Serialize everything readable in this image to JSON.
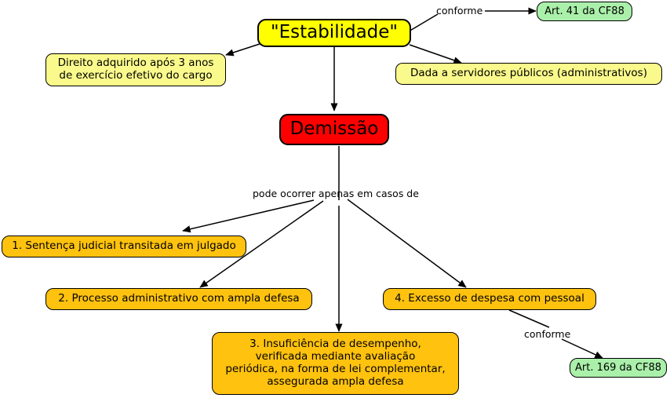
{
  "diagram": {
    "title": "\"Estabilidade\"",
    "background": "#ffffff",
    "colors": {
      "root_fill": "#ffff00",
      "pale_fill": "#fafa8c",
      "red_fill": "#ff0000",
      "amber_fill": "#ffc20e",
      "green_fill": "#aaf0aa",
      "stroke": "#000000",
      "text": "#000000"
    },
    "nodes": {
      "root": "\"Estabilidade\"",
      "art41": "Art. 41 da CF88",
      "direito": "Direito adquirido após 3 anos\nde exercício efetivo do cargo",
      "servidores": "Dada a servidores públicos (administrativos)",
      "demissao": "Demissão",
      "caso1": "1. Sentença judicial transitada em julgado",
      "caso2": "2. Processo administrativo com ampla defesa",
      "caso3": "3. Insuficiência de desempenho,\nverificada mediante avaliação\nperiódica, na forma de lei complementar,\nassegurada ampla defesa",
      "caso4": "4. Excesso de despesa com pessoal",
      "art169": "Art. 169 da CF88"
    },
    "edge_labels": {
      "conforme_top": "conforme",
      "pode_ocorrer": "pode ocorrer apenas em casos de",
      "conforme_bottom": "conforme"
    }
  }
}
